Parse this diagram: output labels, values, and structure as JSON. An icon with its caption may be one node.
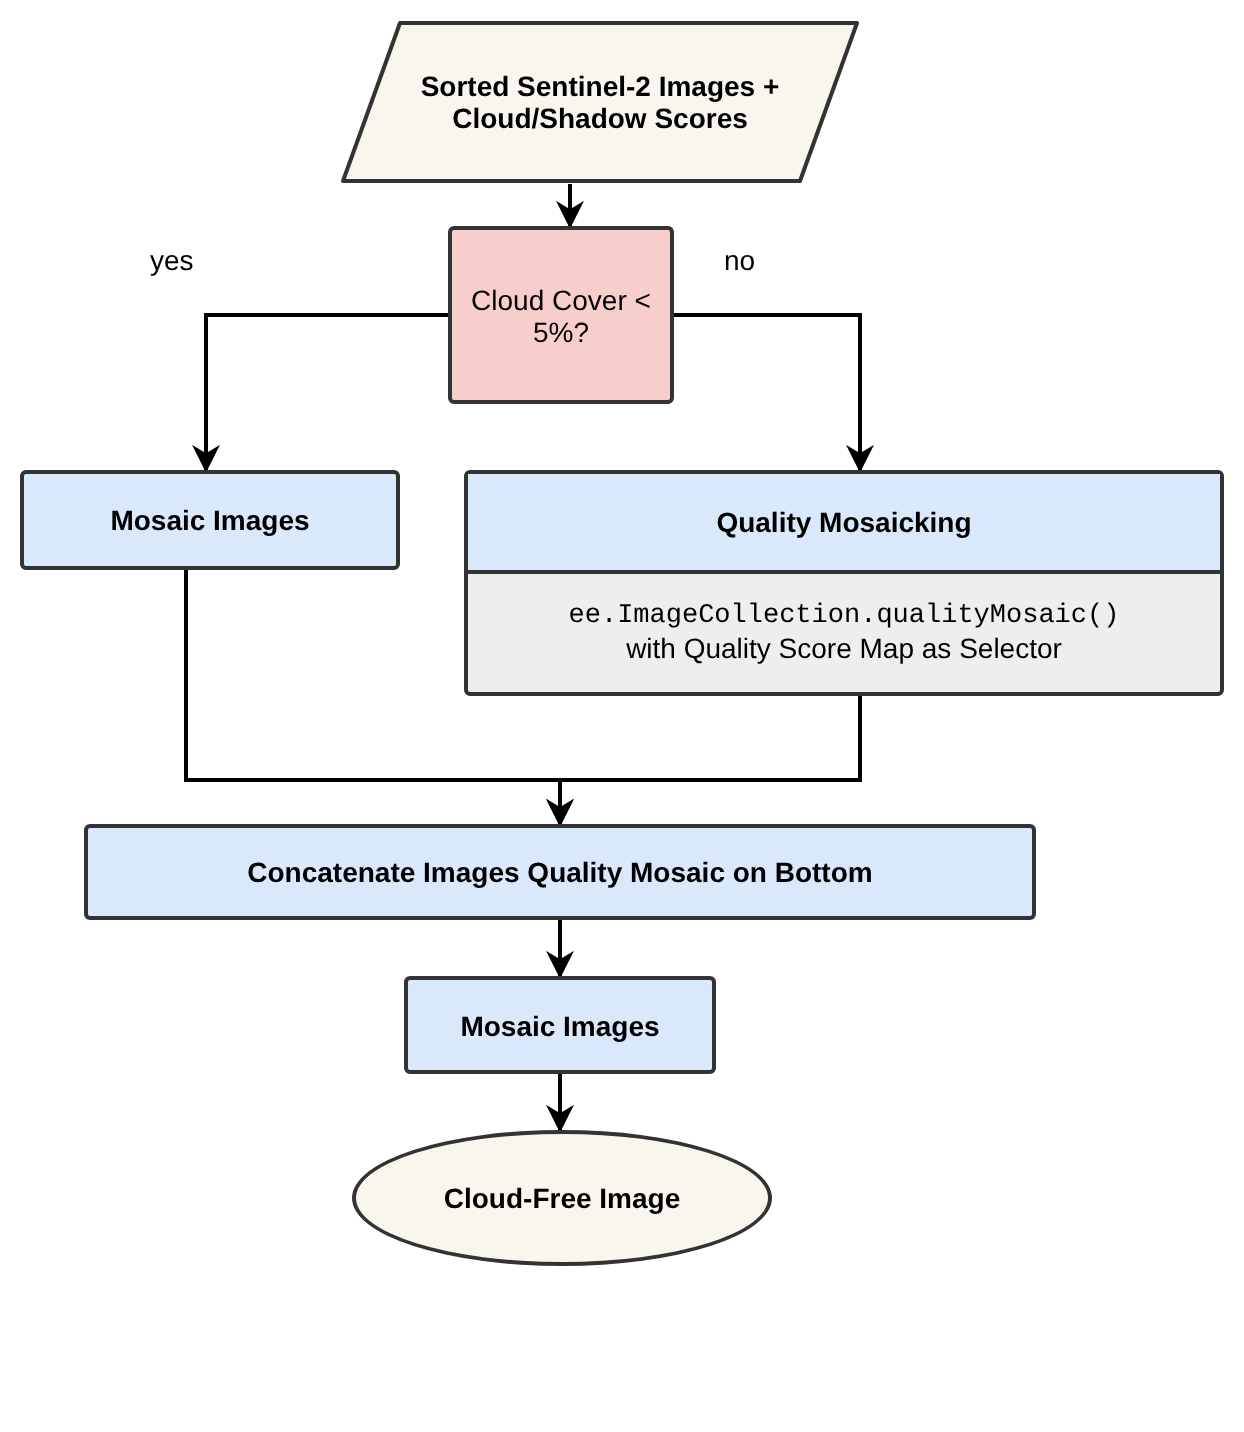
{
  "diagram": {
    "nodes": [
      {
        "text": [
          "Sorted Sentinel-2 Images + Cloud/Shadow Scores"
        ]
      },
      {
        "text": [
          "Cloud Cover < 5%?"
        ]
      },
      {
        "text": [
          "Mosaic Images"
        ]
      },
      {
        "text": [
          "Quality Mosaicking",
          "ee.ImageCollection.qualityMosaic()",
          "with Quality Score Map as Selector"
        ]
      },
      {
        "text": [
          "Concatenate Images Quality Mosaic on Bottom"
        ]
      },
      {
        "text": [
          "Mosaic Images"
        ]
      },
      {
        "text": [
          "Cloud-Free Image"
        ]
      }
    ],
    "edges": [
      {
        "from": 0,
        "to": 1,
        "arrow": "to"
      },
      {
        "from": 1,
        "to": 2,
        "arrow": "to",
        "label": "yes"
      },
      {
        "from": 1,
        "to": 3,
        "arrow": "to",
        "label": "no"
      },
      {
        "from": 2,
        "to": 4,
        "arrow": "to"
      },
      {
        "from": 3,
        "to": 4,
        "arrow": "to"
      },
      {
        "from": 4,
        "to": 5,
        "arrow": "to"
      },
      {
        "from": 5,
        "to": 6,
        "arrow": "to"
      }
    ]
  }
}
